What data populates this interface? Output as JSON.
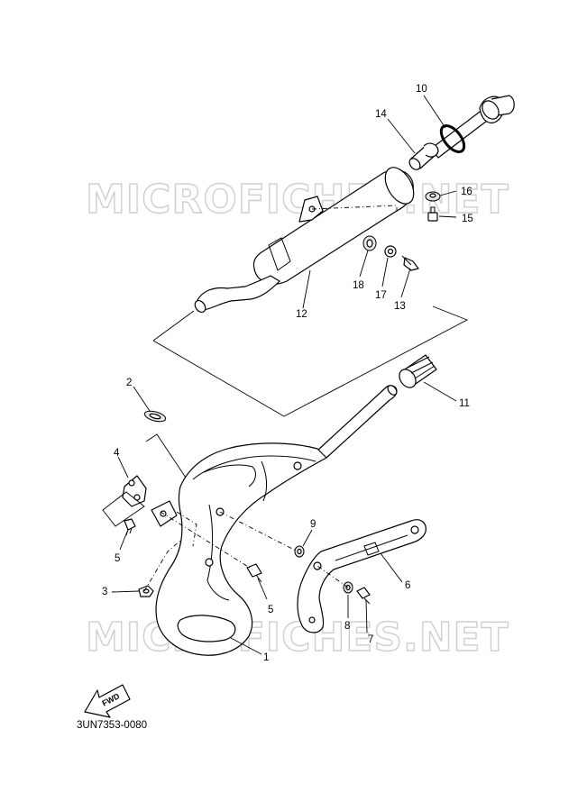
{
  "watermarks": [
    "MICROFICHES.NET",
    "MICROFICHES.NET"
  ],
  "callouts": {
    "c1": "1",
    "c2": "2",
    "c3": "3",
    "c4": "4",
    "c5a": "5",
    "c5b": "5",
    "c6": "6",
    "c7": "7",
    "c8": "8",
    "c9": "9",
    "c10": "10",
    "c11": "11",
    "c12": "12",
    "c13": "13",
    "c14": "14",
    "c15": "15",
    "c16": "16",
    "c17": "17",
    "c18": "18"
  },
  "fwd_label": "FWD",
  "diagram_code": "3UN7353-0080",
  "colors": {
    "line": "#000000",
    "watermark": "#cfcfcf",
    "background": "#ffffff"
  }
}
